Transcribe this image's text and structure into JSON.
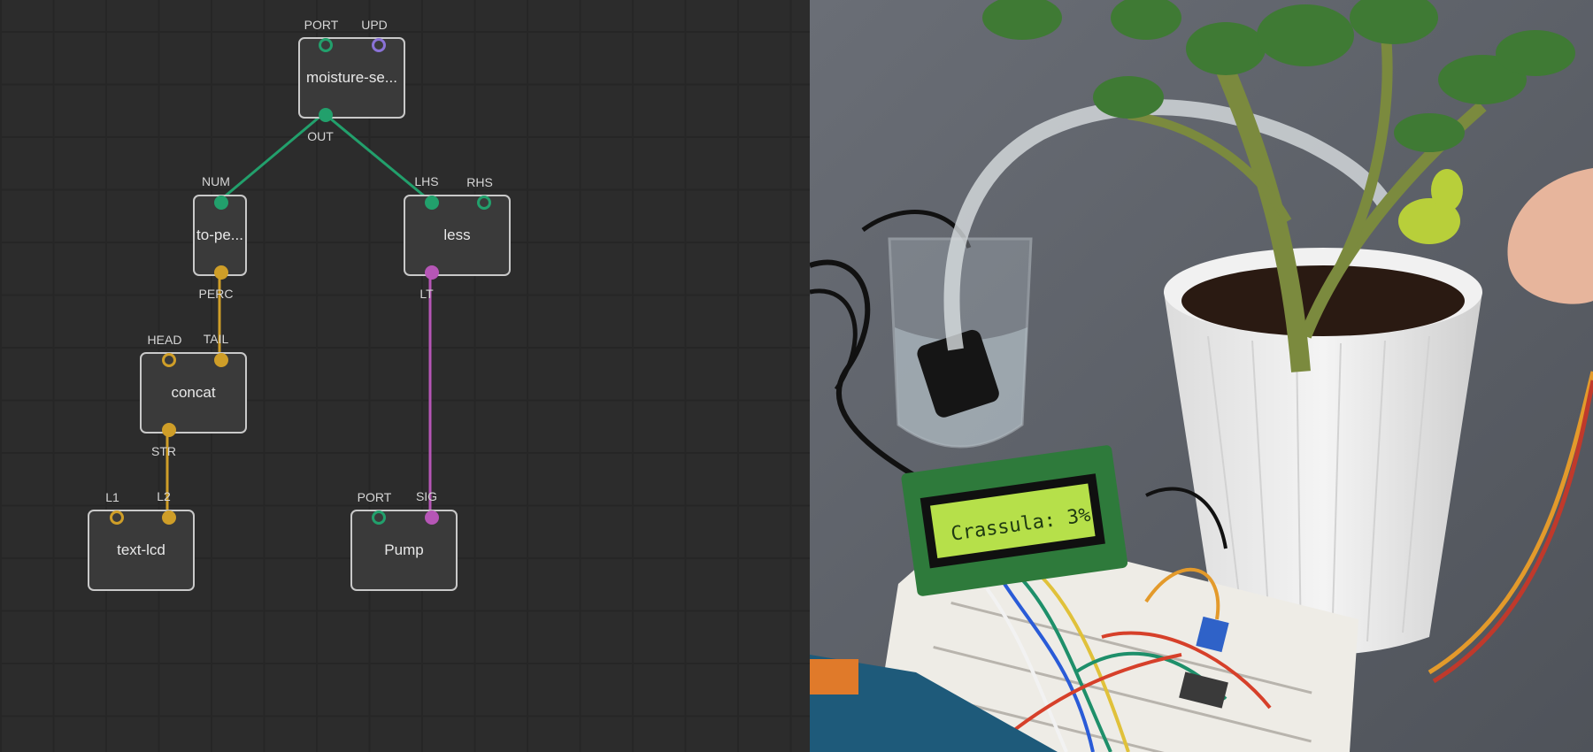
{
  "editor": {
    "nodes": {
      "moisture": {
        "label": "moisture-se...",
        "pins": {
          "port": "PORT",
          "upd": "UPD",
          "out": "OUT"
        }
      },
      "to_percent": {
        "label": "to-pe...",
        "pins": {
          "num": "NUM",
          "perc": "PERC"
        }
      },
      "less": {
        "label": "less",
        "pins": {
          "lhs": "LHS",
          "rhs": "RHS",
          "lt": "LT"
        }
      },
      "concat": {
        "label": "concat",
        "pins": {
          "head": "HEAD",
          "tail": "TAIL",
          "str": "STR"
        }
      },
      "text_lcd": {
        "label": "text-lcd",
        "pins": {
          "l1": "L1",
          "l2": "L2"
        }
      },
      "pump": {
        "label": "Pump",
        "pins": {
          "port": "PORT",
          "sig": "SIG"
        }
      }
    },
    "colors": {
      "number_link": "#22a06c",
      "string_link": "#cf9e28",
      "pulse_link": "#b656b6",
      "background": "#2c2c2c"
    }
  },
  "photo": {
    "lcd_text": "Crassula: 3%"
  }
}
